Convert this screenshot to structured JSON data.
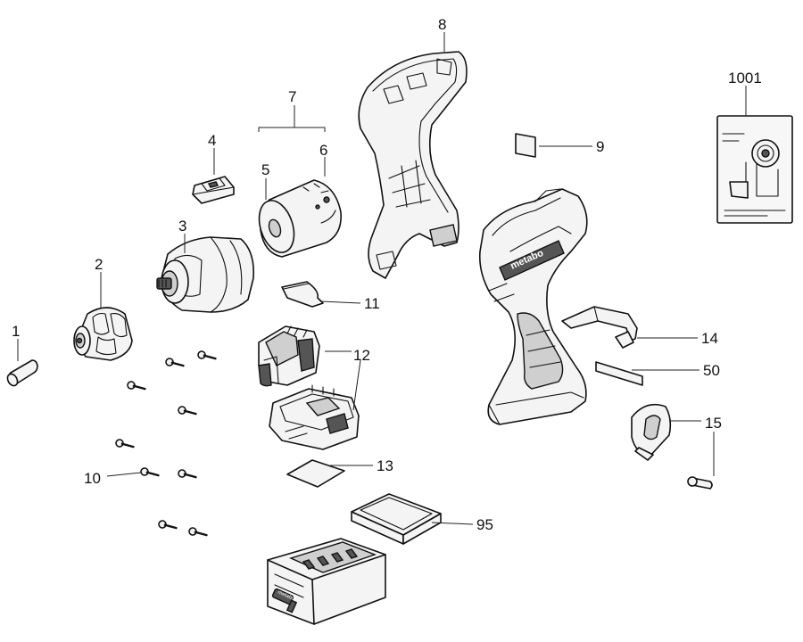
{
  "callouts": {
    "c1": "1",
    "c2": "2",
    "c3": "3",
    "c4": "4",
    "c5": "5",
    "c6": "6",
    "c7": "7",
    "c8": "8",
    "c9": "9",
    "c10": "10",
    "c11": "11",
    "c12": "12",
    "c13": "13",
    "c14": "14",
    "c15": "15",
    "c50": "50",
    "c95": "95",
    "c1001": "1001"
  },
  "housing_logo": "metabo",
  "battery_brand": "metabo"
}
